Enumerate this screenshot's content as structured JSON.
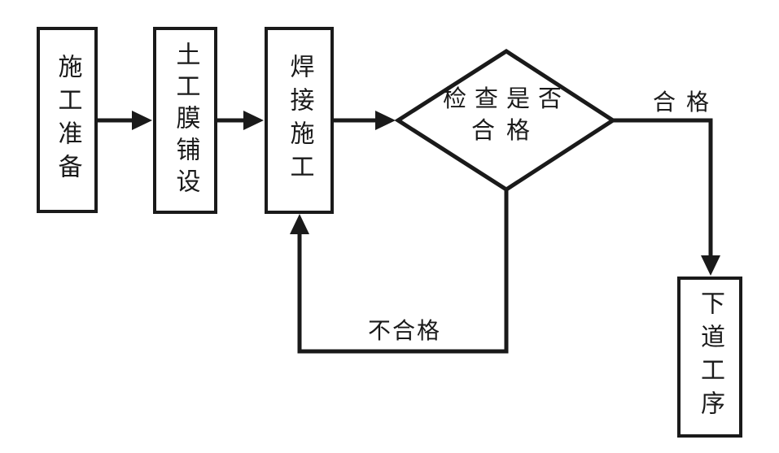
{
  "flow": {
    "type": "flowchart",
    "colors": {
      "line": "#1a1a1a",
      "background": "#ffffff",
      "node_fill": "#ffffff"
    },
    "nodes": [
      {
        "id": "node-prep",
        "shape": "rect",
        "label": "施工准备"
      },
      {
        "id": "node-membrane",
        "shape": "rect",
        "label": "土工膜铺设"
      },
      {
        "id": "node-welding",
        "shape": "rect",
        "label": "焊接施工"
      },
      {
        "id": "node-inspect",
        "shape": "diamond",
        "label": "检查是否合格",
        "line1": "检查是否",
        "line2": "合格"
      },
      {
        "id": "node-next",
        "shape": "rect",
        "label": "下道工序"
      }
    ],
    "edges": [
      {
        "from": "node-prep",
        "to": "node-membrane",
        "label": ""
      },
      {
        "from": "node-membrane",
        "to": "node-welding",
        "label": ""
      },
      {
        "from": "node-welding",
        "to": "node-inspect",
        "label": ""
      },
      {
        "from": "node-inspect",
        "to": "node-next",
        "label": "合格"
      },
      {
        "from": "node-inspect",
        "to": "node-welding",
        "label": "不合格"
      }
    ]
  }
}
